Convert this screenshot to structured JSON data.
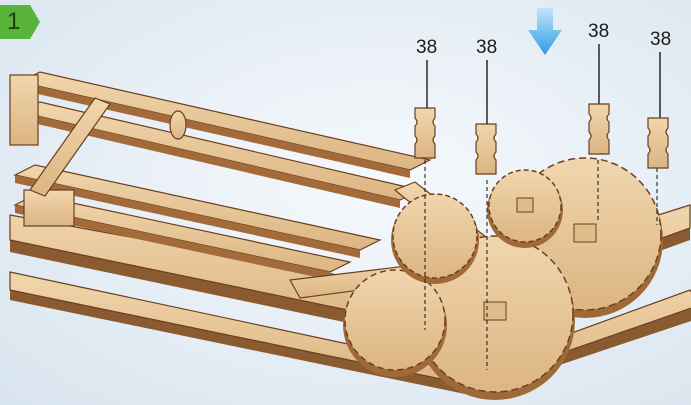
{
  "step": {
    "number": "1"
  },
  "callouts": [
    {
      "label": "38"
    },
    {
      "label": "38"
    },
    {
      "label": "38"
    },
    {
      "label": "38"
    }
  ],
  "icons": {
    "step_badge": "green-arrow-badge",
    "direction": "blue-down-arrow-icon",
    "part": "wooden-peg-part-icon"
  },
  "colors": {
    "badge": "#58b43a",
    "arrow": "#3ea7e8",
    "wood": "#e9c99b",
    "wood_dark": "#c8a06d",
    "edge": "#6b3f1f",
    "background": "#e9f1f7"
  }
}
